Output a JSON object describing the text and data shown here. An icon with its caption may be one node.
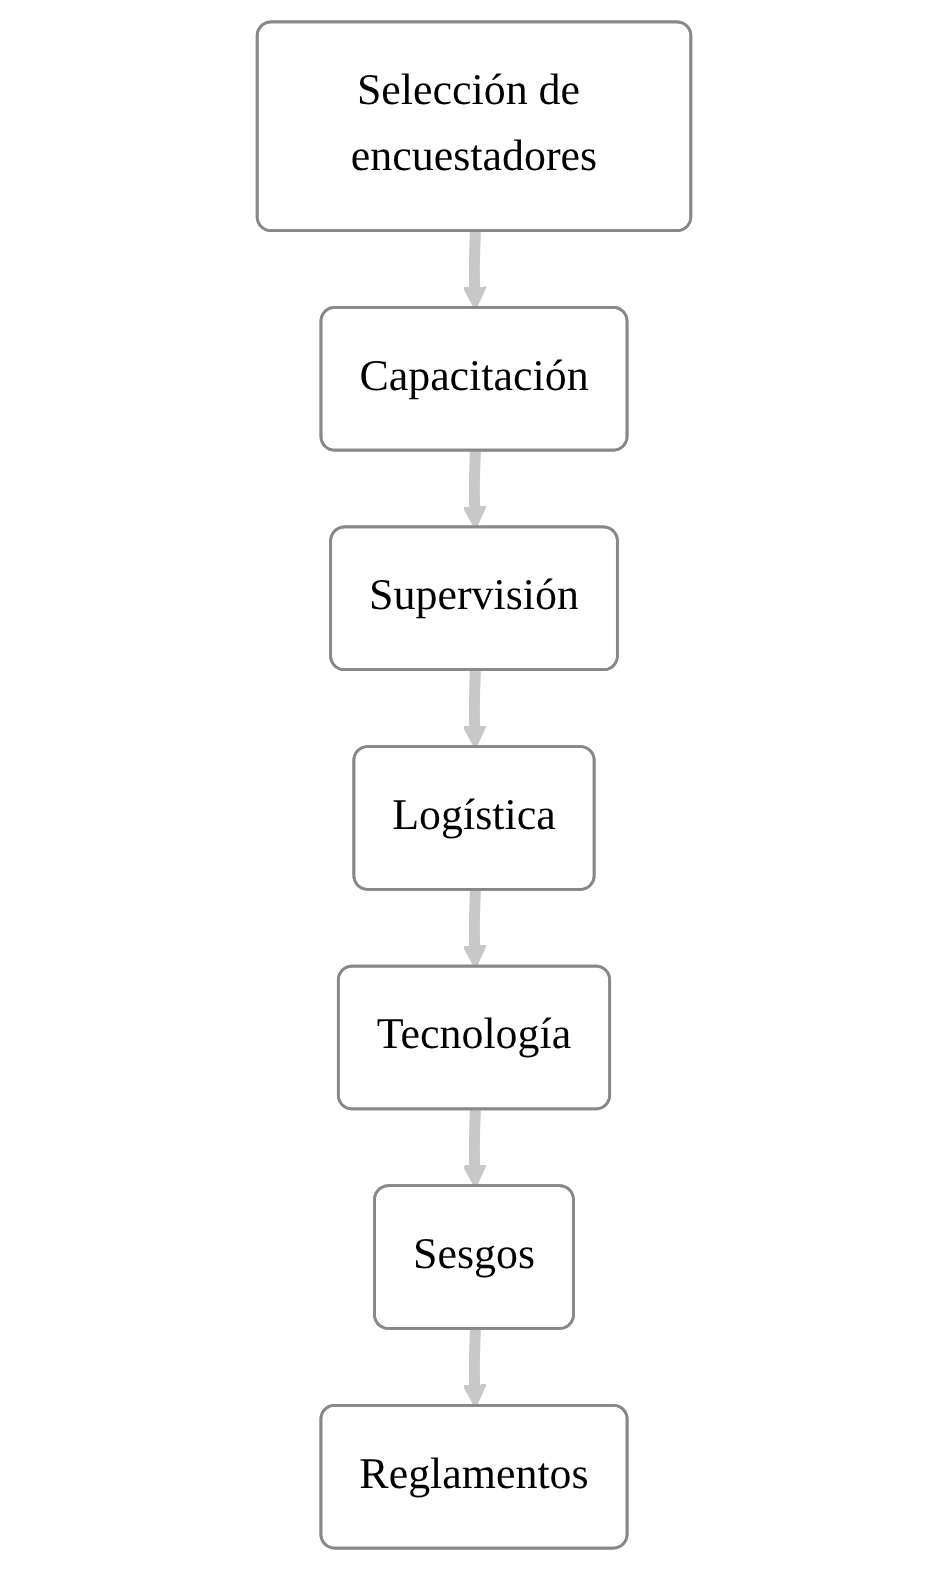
{
  "diagram": {
    "nodes": [
      {
        "text": [
          "Selección de encuestadores"
        ]
      },
      {
        "text": [
          "Capacitación"
        ]
      },
      {
        "text": [
          "Supervisión"
        ]
      },
      {
        "text": [
          "Logística"
        ]
      },
      {
        "text": [
          "Tecnología"
        ]
      },
      {
        "text": [
          "Sesgos"
        ]
      },
      {
        "text": [
          "Reglamentos"
        ]
      }
    ],
    "edges": [
      {
        "from": 0,
        "to": 1,
        "arrow": "to"
      },
      {
        "from": 1,
        "to": 2,
        "arrow": "to"
      },
      {
        "from": 2,
        "to": 3,
        "arrow": "to"
      },
      {
        "from": 3,
        "to": 4,
        "arrow": "to"
      },
      {
        "from": 4,
        "to": 5,
        "arrow": "to"
      },
      {
        "from": 5,
        "to": 6,
        "arrow": "to"
      }
    ]
  }
}
